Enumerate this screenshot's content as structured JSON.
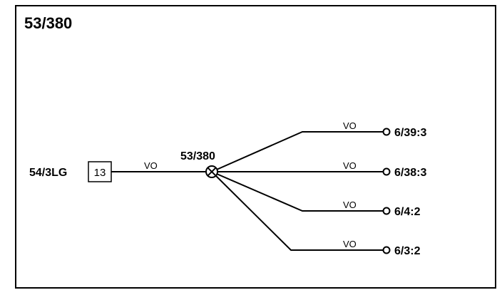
{
  "title": "53/380",
  "source": {
    "connector_label": "54/3LG",
    "pin": "13",
    "wire_color": "VO"
  },
  "splice": {
    "label": "53/380"
  },
  "branches": [
    {
      "wire_color": "VO",
      "destination": "6/39:3"
    },
    {
      "wire_color": "VO",
      "destination": "6/38:3"
    },
    {
      "wire_color": "VO",
      "destination": "6/4:2"
    },
    {
      "wire_color": "VO",
      "destination": "6/3:2"
    }
  ]
}
